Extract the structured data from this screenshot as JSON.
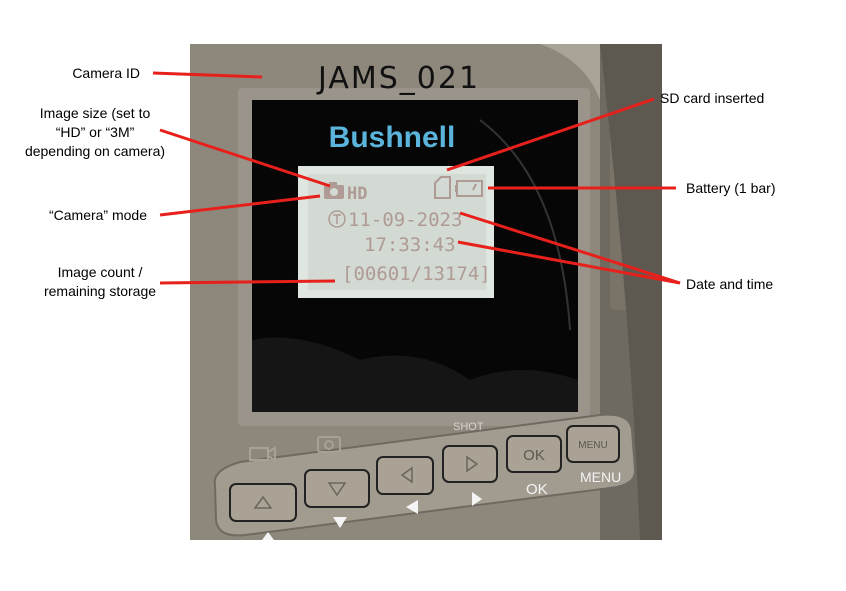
{
  "photo": {
    "handwritten_id": "JAMS_021",
    "brand": "Bushnell",
    "lcd": {
      "image_size": "HD",
      "date": "11-09-2023",
      "time": "17:33:43",
      "count": "[00601/13174]",
      "battery_bars": 1
    },
    "buttons": {
      "shot_label": "SHOT",
      "ok_key": "OK",
      "menu_key": "MENU",
      "ok_label": "OK",
      "menu_label": "MENU"
    }
  },
  "annotations": {
    "camera_id": "Camera ID",
    "image_size": [
      "Image size (set to",
      "“HD” or “3M”",
      "depending on camera)"
    ],
    "camera_mode": "“Camera” mode",
    "image_count": [
      "Image count /",
      "remaining storage"
    ],
    "sd_card": "SD card inserted",
    "battery": "Battery (1 bar)",
    "date_time": "Date and time"
  },
  "colors": {
    "arrow": "#e8201c",
    "body": "#8b857a",
    "lcd_bg": "#dfe6df",
    "lcd_text": "#b09a94"
  }
}
